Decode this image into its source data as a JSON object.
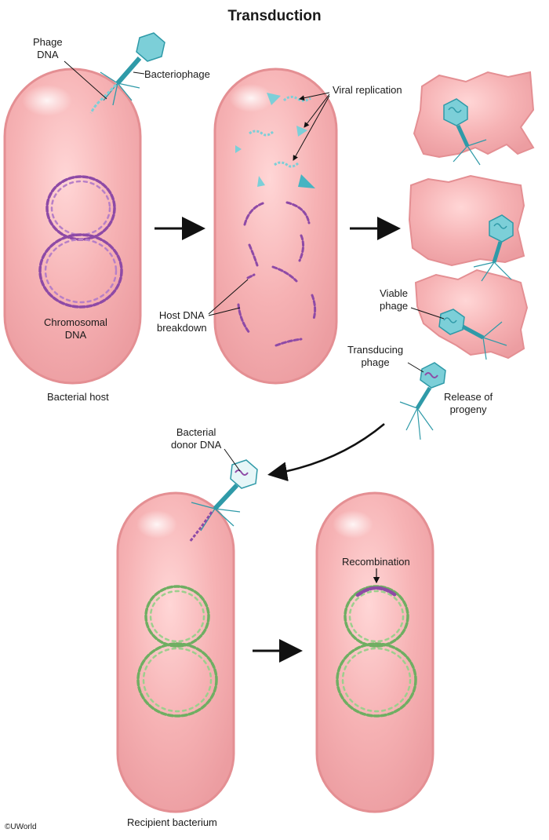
{
  "title": "Transduction",
  "labels": {
    "phage_dna": [
      "Phage",
      "DNA"
    ],
    "bacteriophage": "Bacteriophage",
    "chromosomal_dna": [
      "Chromosomal",
      "DNA"
    ],
    "bacterial_host": "Bacterial host",
    "viral_replication": "Viral replication",
    "host_dna_breakdown": [
      "Host DNA",
      "breakdown"
    ],
    "viable_phage": [
      "Viable",
      "phage"
    ],
    "transducing_phage": [
      "Transducing",
      "phage"
    ],
    "release_of_progeny": [
      "Release of",
      "progeny"
    ],
    "bacterial_donor_dna": [
      "Bacterial",
      "donor DNA"
    ],
    "recombination": "Recombination",
    "recipient_bacterium": "Recipient bacterium"
  },
  "copyright": "©UWorld",
  "colors": {
    "cell_fill": "#f5aeb0",
    "cell_edge": "#e48f93",
    "host_dna": "#8e4aa6",
    "recipient_dna": "#6fae62",
    "phage_head": "#7ccfd8",
    "phage_dark": "#2f9aa8",
    "arrow": "#111111"
  }
}
